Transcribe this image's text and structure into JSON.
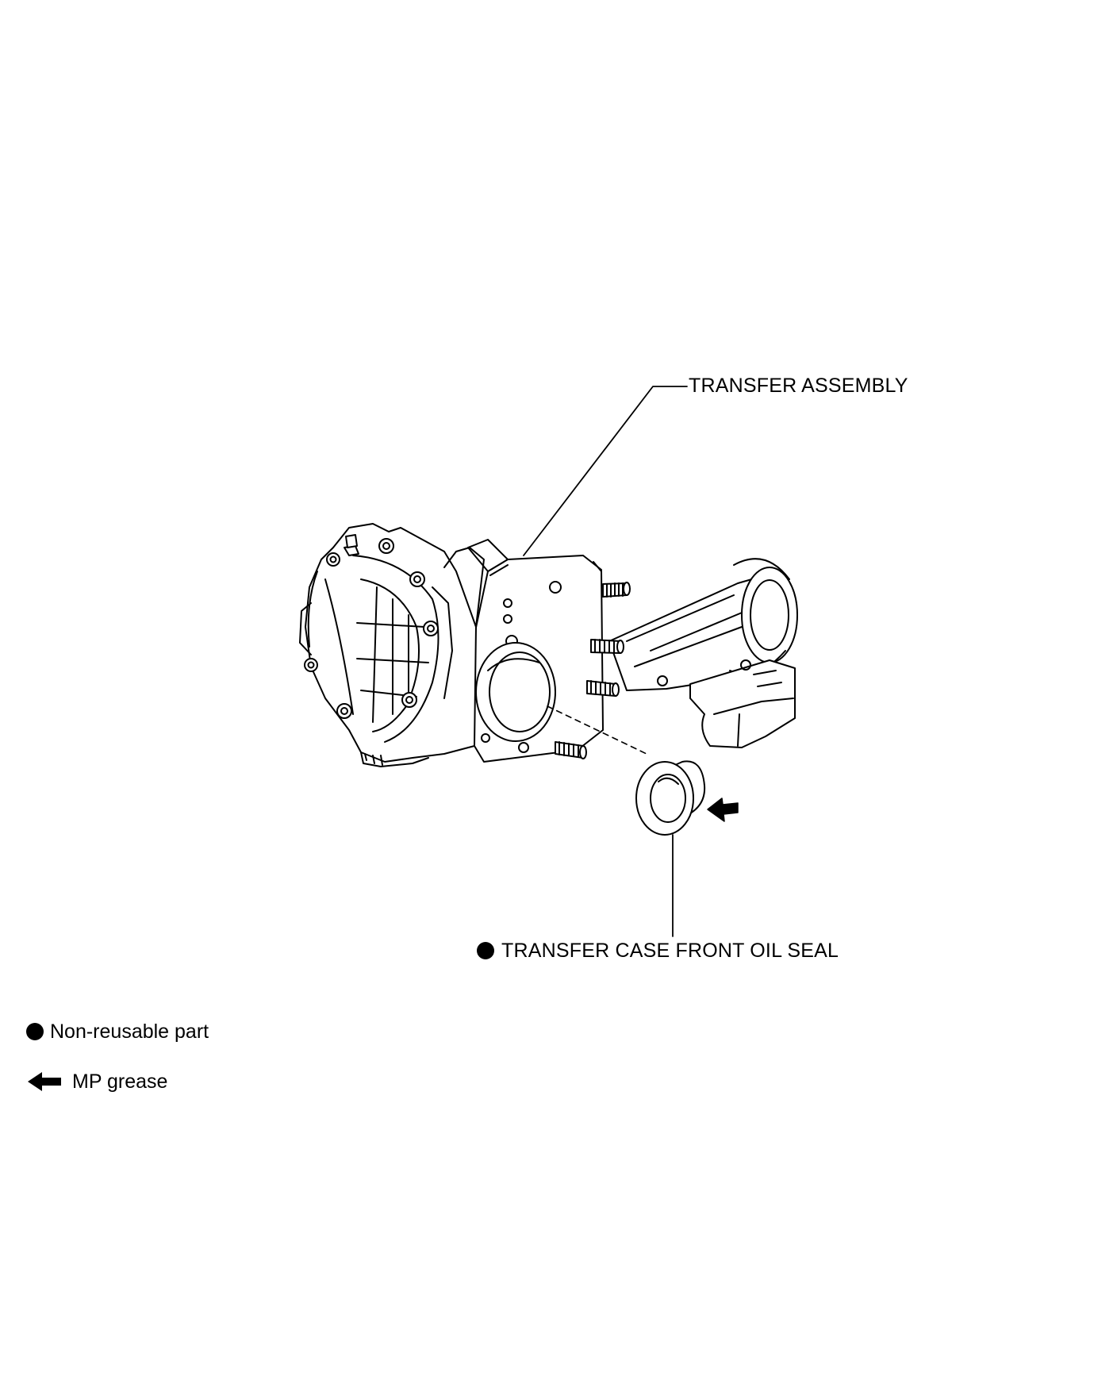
{
  "callouts": {
    "transfer_assembly": "TRANSFER ASSEMBLY",
    "front_oil_seal": "TRANSFER CASE FRONT OIL SEAL"
  },
  "legend": {
    "non_reusable": "Non-reusable part",
    "mp_grease": "MP grease"
  },
  "icons": {
    "non_reusable_symbol": "filled-circle-icon",
    "grease_symbol": "left-arrow-icon"
  },
  "colors": {
    "ink": "#000000",
    "background": "#ffffff"
  }
}
